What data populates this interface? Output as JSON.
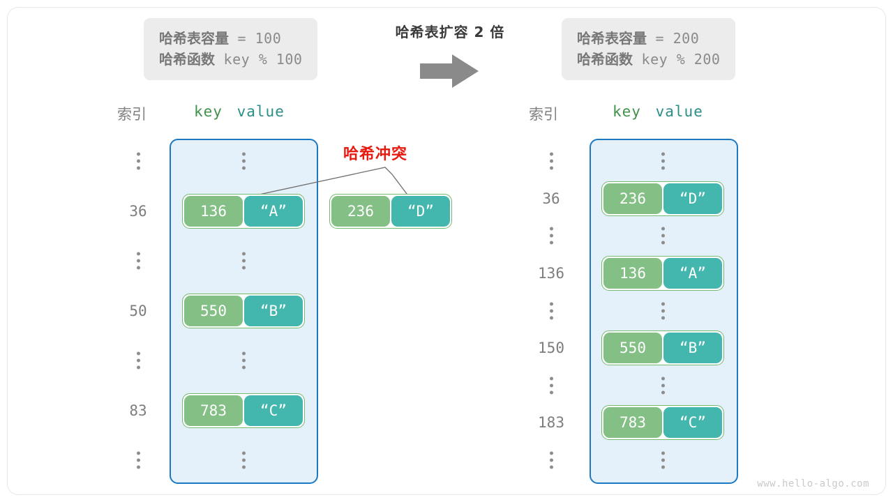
{
  "watermark": "www.hello-algo.com",
  "transition": {
    "caption": "哈希表扩容 2 倍",
    "arrow_icon": "right-arrow-icon"
  },
  "before": {
    "info": {
      "capacity_label": "哈希表容量",
      "capacity_value": "= 100",
      "function_label": "哈希函数",
      "function_value": "key % 100"
    },
    "headers": {
      "index": "索引",
      "key": "key",
      "value": "value"
    },
    "rows": [
      {
        "type": "dots",
        "index": "⋮"
      },
      {
        "type": "entry",
        "index": "36",
        "key": "136",
        "value": "“A”"
      },
      {
        "type": "dots",
        "index": "⋮"
      },
      {
        "type": "entry",
        "index": "50",
        "key": "550",
        "value": "“B”"
      },
      {
        "type": "dots",
        "index": "⋮"
      },
      {
        "type": "entry",
        "index": "83",
        "key": "783",
        "value": "“C”"
      },
      {
        "type": "dots",
        "index": "⋮"
      }
    ]
  },
  "collision": {
    "label": "哈希冲突",
    "label_color": "#e8190f",
    "pair": {
      "key": "236",
      "value": "“D”"
    }
  },
  "after": {
    "info": {
      "capacity_label": "哈希表容量",
      "capacity_value": "= 200",
      "function_label": "哈希函数",
      "function_value": "key % 200"
    },
    "headers": {
      "index": "索引",
      "key": "key",
      "value": "value"
    },
    "rows": [
      {
        "type": "dots",
        "index": "⋮"
      },
      {
        "type": "entry",
        "index": "36",
        "key": "236",
        "value": "“D”"
      },
      {
        "type": "dots",
        "index": "⋮"
      },
      {
        "type": "entry",
        "index": "136",
        "key": "136",
        "value": "“A”"
      },
      {
        "type": "dots",
        "index": "⋮"
      },
      {
        "type": "entry",
        "index": "150",
        "key": "550",
        "value": "“B”"
      },
      {
        "type": "dots",
        "index": "⋮"
      },
      {
        "type": "entry",
        "index": "183",
        "key": "783",
        "value": "“C”"
      },
      {
        "type": "dots",
        "index": "⋮"
      }
    ]
  },
  "colors": {
    "key_fill": "#84c086",
    "value_fill": "#43b6ae",
    "pair_border": "#73b96f",
    "bucket_fill": "#e4f0fa",
    "bucket_border": "#1b79c3",
    "info_fill": "#ececec",
    "collision_red": "#e8190f",
    "header_key": "#41924b",
    "header_value": "#2b8f88",
    "arrow_gray": "#8a8a8a"
  }
}
